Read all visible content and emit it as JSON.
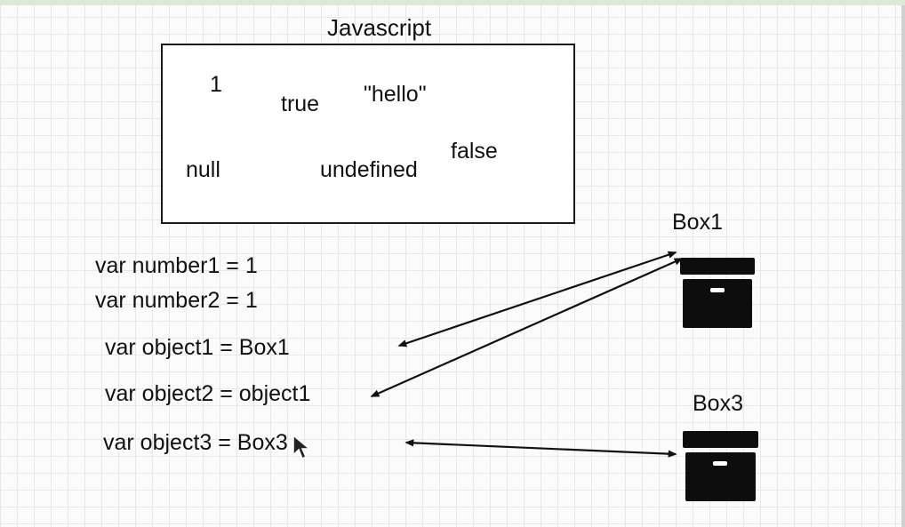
{
  "diagram": {
    "title": "Javascript",
    "values": [
      "1",
      "true",
      "\"hello\"",
      "null",
      "undefined",
      "false"
    ],
    "declarations": [
      "var number1 = 1",
      "var number2 = 1",
      "var object1 = Box1",
      "var object2 = object1",
      "var object3 = Box3"
    ],
    "boxes": [
      {
        "label": "Box1",
        "icon": "storage-box-icon"
      },
      {
        "label": "Box3",
        "icon": "storage-box-icon"
      }
    ],
    "colors": {
      "ink": "#111111",
      "grid": "#e7e7e7",
      "panel": "#ffffff"
    }
  }
}
